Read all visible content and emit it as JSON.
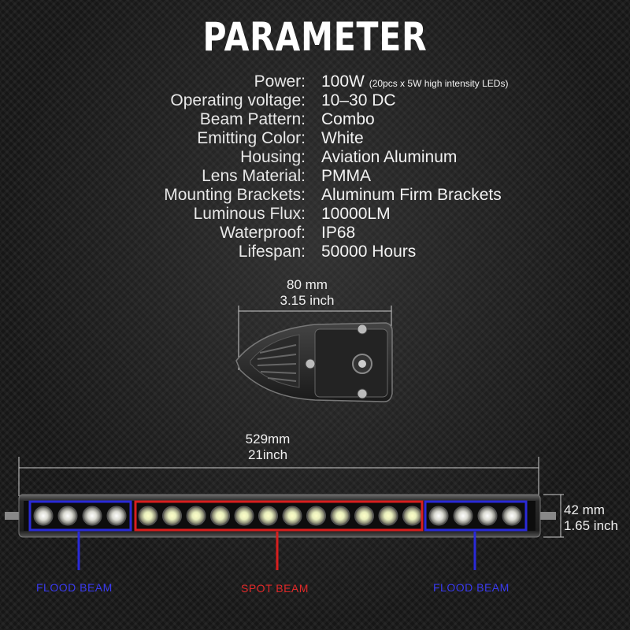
{
  "title": "PARAMETER",
  "parameters": [
    {
      "label": "Power:",
      "value": "100W",
      "note": "(20pcs x 5W high intensity LEDs)"
    },
    {
      "label": "Operating voltage:",
      "value": "10–30 DC"
    },
    {
      "label": "Beam Pattern:",
      "value": "Combo"
    },
    {
      "label": "Emitting Color:",
      "value": "White"
    },
    {
      "label": "Housing:",
      "value": "Aviation Aluminum"
    },
    {
      "label": "Lens Material:",
      "value": "PMMA"
    },
    {
      "label": "Mounting Brackets:",
      "value": "Aluminum Firm Brackets"
    },
    {
      "label": "Luminous Flux:",
      "value": "10000LM"
    },
    {
      "label": "Waterproof:",
      "value": "IP68"
    },
    {
      "label": "Lifespan:",
      "value": "50000 Hours"
    }
  ],
  "bracket_dimension": {
    "metric": "80 mm",
    "imperial": "3.15 inch"
  },
  "bar_length": {
    "metric": "529mm",
    "imperial": "21inch"
  },
  "bar_height": {
    "metric": "42 mm",
    "imperial": "1.65 inch"
  },
  "beams": {
    "flood_left": "FLOOD BEAM",
    "spot": "SPOT BEAM",
    "flood_right": "FLOOD BEAM"
  },
  "colors": {
    "flood": "#2a2ad8",
    "spot": "#d81e1e"
  }
}
